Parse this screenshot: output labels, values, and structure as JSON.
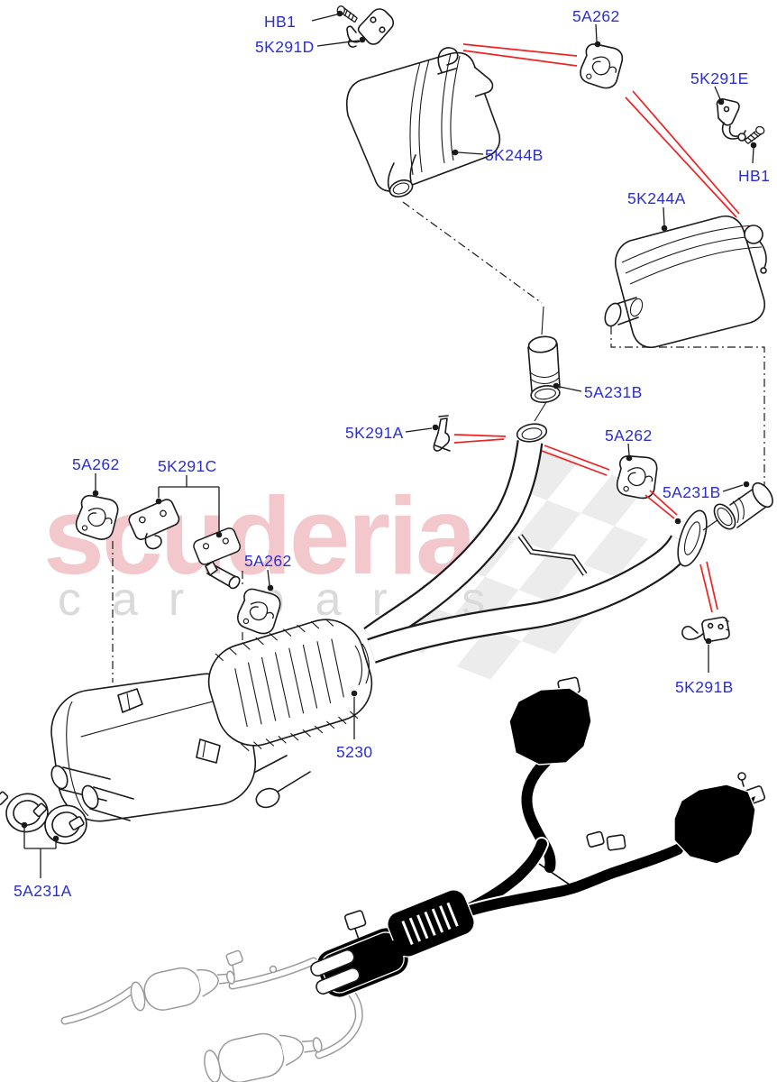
{
  "diagram": {
    "description": "Exploded rear exhaust system parts diagram with thumbnail silhouette",
    "watermark": {
      "brand": "scuderia",
      "tagline": "car parts"
    },
    "colors": {
      "label_blue": "#2b2fd0",
      "leader_red": "#ee2222",
      "line_black": "#1a1a1a",
      "watermark_pink": "#f3c8cc",
      "watermark_gray": "#dadada"
    },
    "labels": [
      {
        "id": "hb1-top",
        "text": "HB1"
      },
      {
        "id": "5k291d",
        "text": "5K291D"
      },
      {
        "id": "5a262-top",
        "text": "5A262"
      },
      {
        "id": "5k291e",
        "text": "5K291E"
      },
      {
        "id": "hb1-right",
        "text": "HB1"
      },
      {
        "id": "5k244b",
        "text": "5K244B"
      },
      {
        "id": "5k244a",
        "text": "5K244A"
      },
      {
        "id": "5a231b-mid",
        "text": "5A231B"
      },
      {
        "id": "5k291a",
        "text": "5K291A"
      },
      {
        "id": "5a262-mid",
        "text": "5A262"
      },
      {
        "id": "5a231b-right",
        "text": "5A231B"
      },
      {
        "id": "5a262-left",
        "text": "5A262"
      },
      {
        "id": "5k291c",
        "text": "5K291C"
      },
      {
        "id": "5a262-lower",
        "text": "5A262"
      },
      {
        "id": "5230",
        "text": "5230"
      },
      {
        "id": "5k291b",
        "text": "5K291B"
      },
      {
        "id": "5a231a",
        "text": "5A231A"
      }
    ]
  }
}
